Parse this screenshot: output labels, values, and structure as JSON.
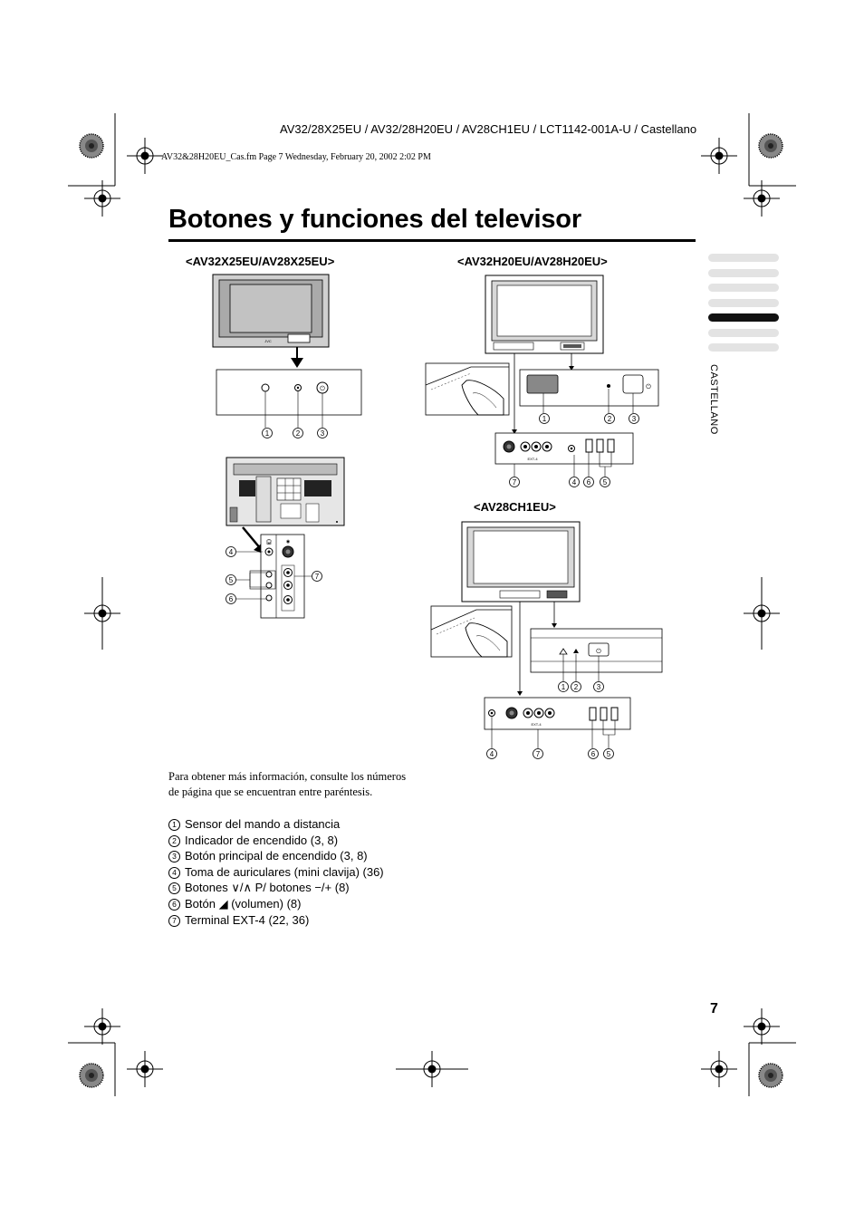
{
  "header": {
    "models_line": "AV32/28X25EU / AV32/28H20EU / AV28CH1EU / LCT1142-001A-U / Castellano",
    "file_line": "AV32&28H20EU_Cas.fm  Page 7  Wednesday, February 20, 2002  2:02 PM"
  },
  "page_title": "Botones y funciones del televisor",
  "side_tab": {
    "language": "CASTELLANO",
    "tabs": [
      {
        "active": false
      },
      {
        "active": false
      },
      {
        "active": false
      },
      {
        "active": false
      },
      {
        "active": true
      },
      {
        "active": false
      },
      {
        "active": false
      }
    ]
  },
  "diagrams": {
    "model_a": "<AV32X25EU/AV28X25EU>",
    "model_b": "<AV32H20EU/AV28H20EU>",
    "model_c": "<AV28CH1EU>",
    "brand": "JVC",
    "ext_label": "EXT-4",
    "callouts": {
      "n1": "1",
      "n2": "2",
      "n3": "3",
      "n4": "4",
      "n5": "5",
      "n6": "6",
      "n7": "7"
    }
  },
  "intro_text": "Para obtener más información, consulte los números de página que se encuentran entre paréntesis.",
  "legend": [
    {
      "num": "1",
      "text": "Sensor del mando a distancia"
    },
    {
      "num": "2",
      "text": "Indicador de encendido (3, 8)"
    },
    {
      "num": "3",
      "text": "Botón principal de encendido (3, 8)"
    },
    {
      "num": "4",
      "text": "Toma de auriculares (mini clavija) (36)"
    },
    {
      "num": "5",
      "text": "Botones ∨/∧ P/ botones −/+ (8)"
    },
    {
      "num": "6",
      "text": "Botón ◢ (volumen) (8)"
    },
    {
      "num": "7",
      "text": "Terminal EXT-4 (22, 36)"
    }
  ],
  "page_number": "7"
}
